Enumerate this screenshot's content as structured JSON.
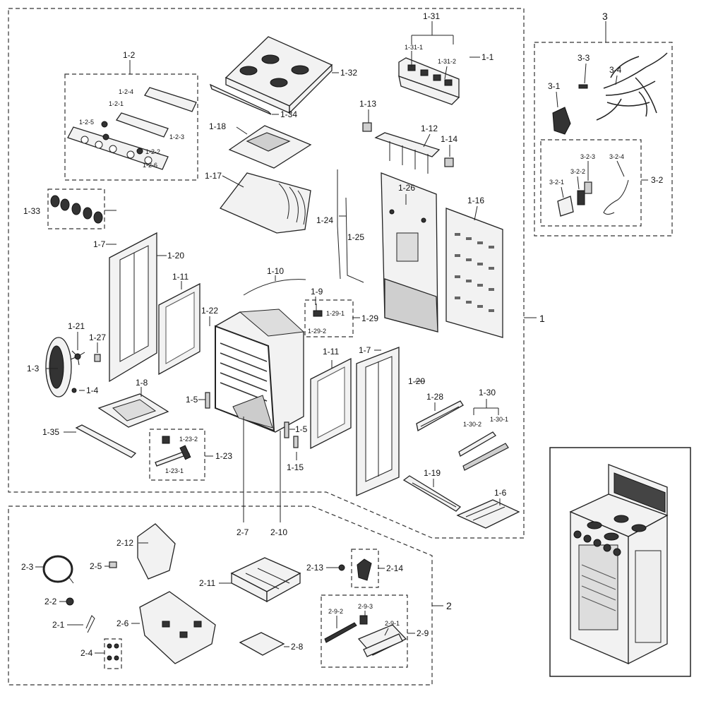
{
  "groups": [
    "1",
    "2",
    "3"
  ],
  "group1_labels": [
    "1-1",
    "1-2",
    "1-2-1",
    "1-2-2",
    "1-2-3",
    "1-2-4",
    "1-2-5",
    "1-2-6",
    "1-3",
    "1-4",
    "1-5",
    "1-6",
    "1-7",
    "1-8",
    "1-9",
    "1-10",
    "1-11",
    "1-12",
    "1-13",
    "1-14",
    "1-15",
    "1-16",
    "1-17",
    "1-18",
    "1-19",
    "1-20",
    "1-21",
    "1-22",
    "1-23",
    "1-23-1",
    "1-23-2",
    "1-24",
    "1-25",
    "1-26",
    "1-27",
    "1-28",
    "1-29",
    "1-29-1",
    "1-29-2",
    "1-30",
    "1-30-1",
    "1-30-2",
    "1-31",
    "1-31-1",
    "1-31-2",
    "1-32",
    "1-33",
    "1-34",
    "1-35"
  ],
  "group2_labels": [
    "2-1",
    "2-2",
    "2-3",
    "2-4",
    "2-5",
    "2-6",
    "2-7",
    "2-8",
    "2-9",
    "2-9-1",
    "2-9-2",
    "2-9-3",
    "2-10",
    "2-11",
    "2-12",
    "2-13",
    "2-14"
  ],
  "group3_labels": [
    "3-1",
    "3-2",
    "3-2-1",
    "3-2-2",
    "3-2-3",
    "3-2-4",
    "3-3",
    "3-4"
  ]
}
